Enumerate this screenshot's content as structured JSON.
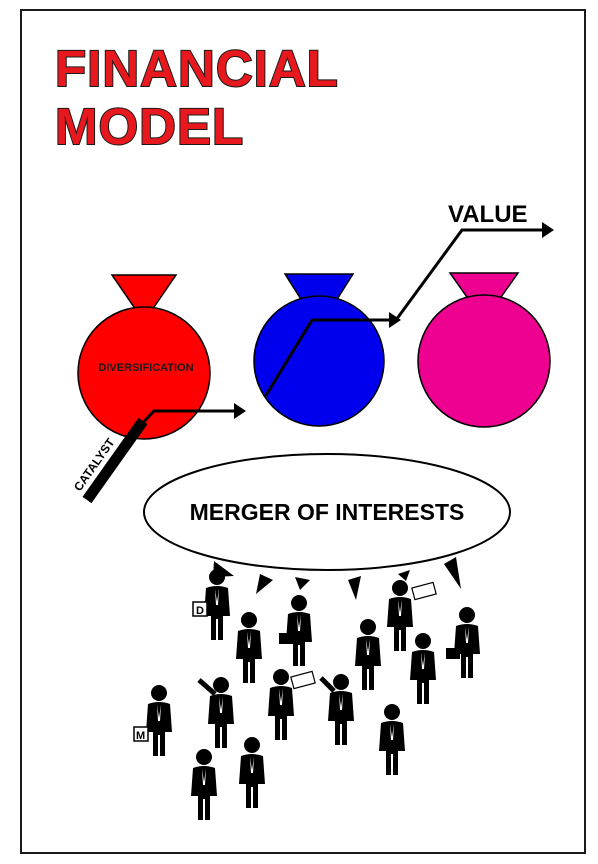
{
  "title": {
    "line1": "FINANCIAL",
    "line2": "MODEL"
  },
  "labels": {
    "value": "VALUE",
    "diversification": "DIVERSIFICATION",
    "catalyst": "CATALYST",
    "speech_bubble": "MERGER OF INTERESTS"
  },
  "vessels": [
    {
      "id": "red-vessel",
      "color": "#ff0000"
    },
    {
      "id": "blue-vessel",
      "color": "#0000ee"
    },
    {
      "id": "magenta-vessel",
      "color": "#ee0090"
    }
  ],
  "figure_badges": {
    "d": "D",
    "m": "M"
  },
  "colors": {
    "title_fill": "#e8191e",
    "outline": "#1a1a1a"
  }
}
